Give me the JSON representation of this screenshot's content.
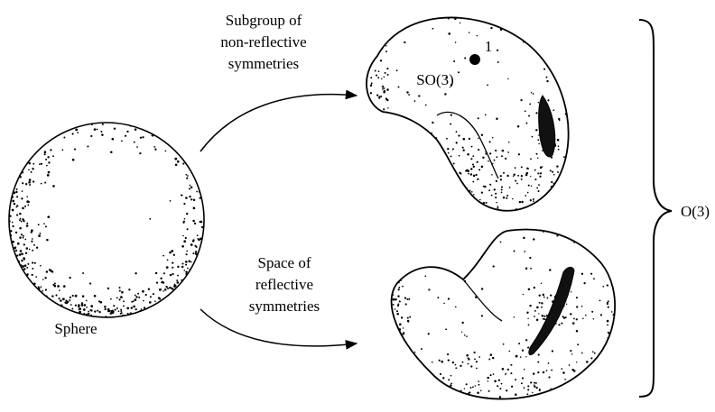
{
  "labels": {
    "arrow_top": [
      "Subgroup of",
      "non-reflective",
      "symmetries"
    ],
    "arrow_bottom": [
      "Space of",
      "reflective",
      "symmetries"
    ],
    "sphere": "Sphere",
    "so3": "SO(3)",
    "identity": "1",
    "o3": "O(3)"
  },
  "colors": {
    "ink": "#000000",
    "background": "#ffffff"
  }
}
